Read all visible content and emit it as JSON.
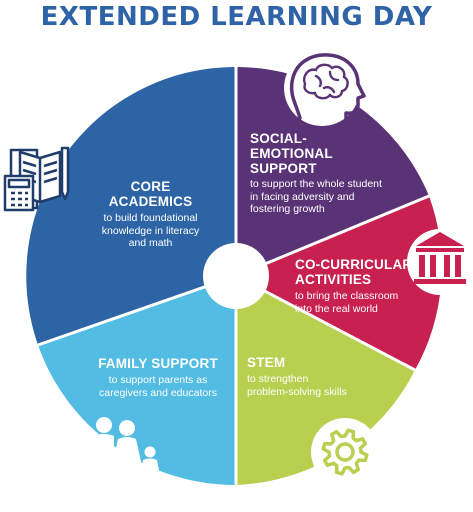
{
  "title": "EXTENDED LEARNING DAY",
  "colors": {
    "title": "#2f63a8",
    "core_academics": "#2d64a6",
    "social_emotional": "#5a3276",
    "co_curricular": "#c8204f",
    "stem": "#b8cf4f",
    "family_support": "#52bce3",
    "outline": "#1f3c6b"
  },
  "segments": [
    {
      "key": "social_emotional",
      "heading": "SOCIAL-\nEMOTIONAL\nSUPPORT",
      "description": "to support the whole student\nin facing adversity and\nfostering growth",
      "icon": "brain-head-icon"
    },
    {
      "key": "co_curricular",
      "heading": "CO-CURRICULAR\nACTIVITIES",
      "description": "to bring the classroom\ninto the real world",
      "icon": "museum-building-icon"
    },
    {
      "key": "stem",
      "heading": "STEM",
      "description": "to strengthen\nproblem-solving skills",
      "icon": "gear-icon"
    },
    {
      "key": "family_support",
      "heading": "FAMILY SUPPORT",
      "description": "to support parents as\ncaregivers and educators",
      "icon": "family-icon"
    },
    {
      "key": "core_academics",
      "heading": "CORE\nACADEMICS",
      "description": "to build foundational\nknowledge in literacy\nand math",
      "icon": "book-calculator-icon"
    }
  ]
}
